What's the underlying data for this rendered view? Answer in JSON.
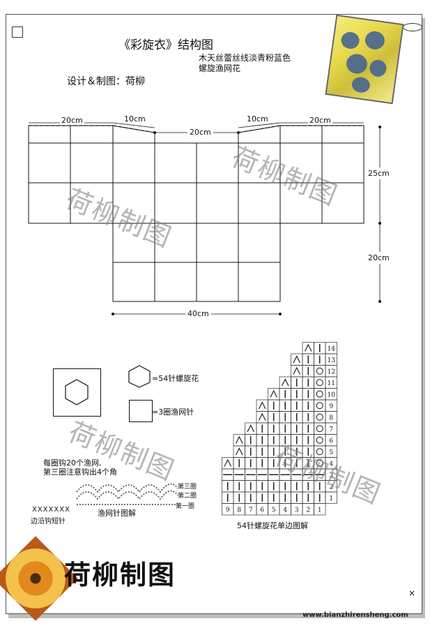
{
  "title": "《彩旋衣》结构图",
  "material_line1": "木天丝蕾丝线淡青粉蓝色",
  "material_line2": "螺旋渔网花",
  "designer": "设计＆制图：荷柳",
  "dimensions": {
    "left_20": "20cm",
    "left_10": "10cm",
    "neck_20": "20cm",
    "right_10": "10cm",
    "right_20": "20cm",
    "height_25": "25cm",
    "height_20": "20cm",
    "bottom_40": "40cm"
  },
  "watermark": "荷柳制图",
  "legend": {
    "hexagon": "=54针螺旋花",
    "square": "=3圈渔网针",
    "note_line1": "每圈钩20个渔网,",
    "note_line2": "第三圈注意钩出4个角",
    "round3": "第三圈",
    "round2": "第二圈",
    "round1": "第一圈",
    "net_caption": "渔网针图解",
    "edge_x": "XXXXXXX",
    "edge_caption": "边沿钩短针"
  },
  "chart": {
    "row_numbers": [
      "14",
      "13",
      "12",
      "11",
      "10",
      "9",
      "8",
      "7",
      "6",
      "5",
      "4",
      "3",
      "2",
      "1"
    ],
    "col_numbers": [
      "9",
      "8",
      "7",
      "6",
      "5",
      "4",
      "3",
      "2",
      "1"
    ],
    "caption": "54针螺旋花单边图解"
  },
  "brand": "荷柳制图",
  "url": "www.bianzhirensheng.com",
  "colors": {
    "line": "#111111",
    "watermark": "#8a8a8a",
    "photo_blue": "#3e5f97"
  }
}
